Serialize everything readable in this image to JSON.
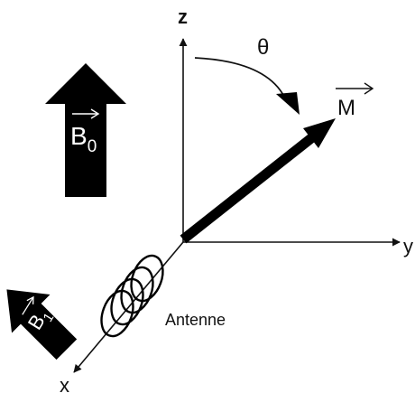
{
  "axes": {
    "z_label": "z",
    "y_label": "y",
    "x_label": "x"
  },
  "angle_label": "θ",
  "magnetization": {
    "label": "M"
  },
  "static_field": {
    "label": "B",
    "subscript": "0"
  },
  "rf_field": {
    "label": "B",
    "subscript": "1"
  },
  "coil": {
    "label": "Antenne"
  },
  "colors": {
    "ink": "#111111",
    "background": "#ffffff",
    "arrow_label": "#ffffff"
  }
}
